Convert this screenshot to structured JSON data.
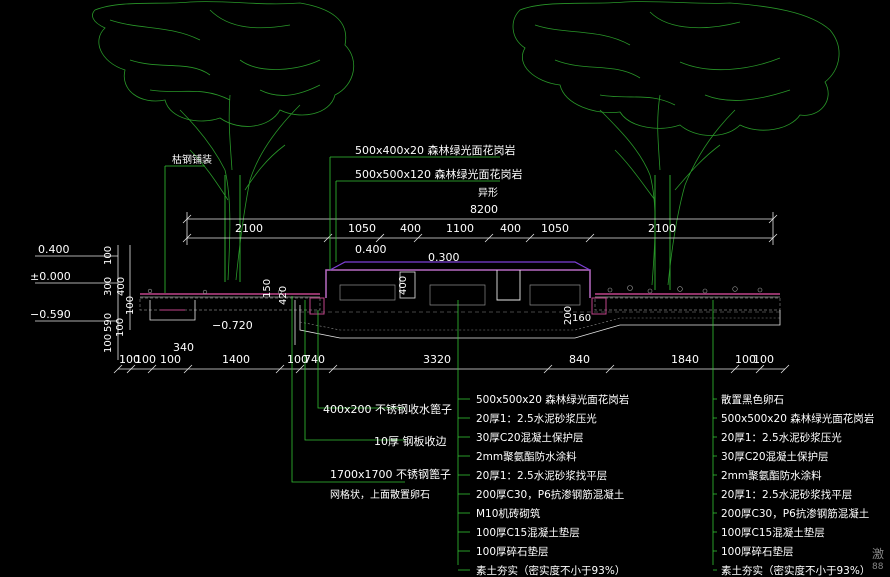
{
  "colors": {
    "bg": "#000000",
    "dim": "#e6e6e6",
    "leader": "#34c234",
    "tree": "#2ea82e",
    "mortar": "#c0448a",
    "mortar2": "#7d3fd6",
    "stone": "#8a8a8a",
    "fill": "#9a9a9a",
    "slab": "#b86ac2"
  },
  "top_labels": {
    "l1": "500x400x20  森林绿光面花岗岩",
    "l2": "500x500x120  森林绿光面花岗岩",
    "l3": "异形",
    "fence": "枯钢铺装"
  },
  "overall": {
    "total": "8200"
  },
  "segments": [
    "2100",
    "1050",
    "400",
    "1100",
    "400",
    "1050",
    "2100"
  ],
  "bottom_dims": [
    "100",
    "100",
    "100",
    "1400",
    "100",
    "740",
    "3320",
    "840",
    "1840",
    "100",
    "100"
  ],
  "bottom_extra": {
    "d340": "340"
  },
  "left_vertical": [
    "100",
    "300",
    "400",
    "590",
    "100",
    "100",
    "100"
  ],
  "levels": {
    "lv_040": "0.400",
    "lv_000": "±0.000",
    "lv_n059": "−0.590",
    "lv_n072": "−0.720",
    "lv_040b": "0.400",
    "lv_030": "0.300"
  },
  "center_dims": {
    "v420": "420",
    "v150": "150",
    "v400": "400",
    "v200": "200",
    "v160": "160"
  },
  "left_callouts": [
    {
      "text": "400x200  不锈钢收水篦子"
    },
    {
      "text": "10厚  钢板收边"
    },
    {
      "text": "1700x1700  不锈钢篦子"
    },
    {
      "text": "网格状，上面散置卵石"
    }
  ],
  "layers_mid": [
    "500x500x20  森林绿光面花岗岩",
    "20厚1：2.5水泥砂浆压光",
    "30厚C20混凝土保护层",
    "2mm聚氨酯防水涂料",
    "20厚1：2.5水泥砂浆找平层",
    "200厚C30，P6抗渗钢筋混凝土",
    "M10机砖砌筑",
    "100厚C15混凝土垫层",
    "100厚碎石垫层",
    "素土夯实（密实度不小于93%）"
  ],
  "layers_right": [
    "散置黑色卵石",
    "500x500x20  森林绿光面花岗岩",
    "20厚1：2.5水泥砂浆压光",
    "30厚C20混凝土保护层",
    "2mm聚氨酯防水涂料",
    "20厚1：2.5水泥砂浆找平层",
    "200厚C30，P6抗渗钢筋混凝土",
    "100厚C15混凝土垫层",
    "100厚碎石垫层",
    "素土夯实（密实度不小于93%）"
  ],
  "corner_text": {
    "c1": "激",
    "c2": "88"
  }
}
